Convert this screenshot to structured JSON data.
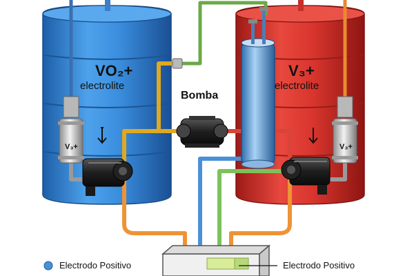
{
  "tanks": {
    "left": {
      "ion": "VO₂+",
      "word": "electrolite",
      "color": "#2f7fd0"
    },
    "right": {
      "ion": "V₃+",
      "word": "electrolite",
      "color": "#d83a32"
    }
  },
  "pump_label": "Bomba",
  "filters": {
    "left": "V₃+",
    "right": "V₃+"
  },
  "legend": {
    "left": "Electrodo Positivo",
    "right": "Electrodo Positivo"
  },
  "colors": {
    "pipe_orange": "#f0963a",
    "pipe_green": "#7cc25a",
    "pipe_yellow": "#f2c531",
    "pipe_blue": "#4a90d6",
    "pipe_red": "#e04a3c"
  }
}
